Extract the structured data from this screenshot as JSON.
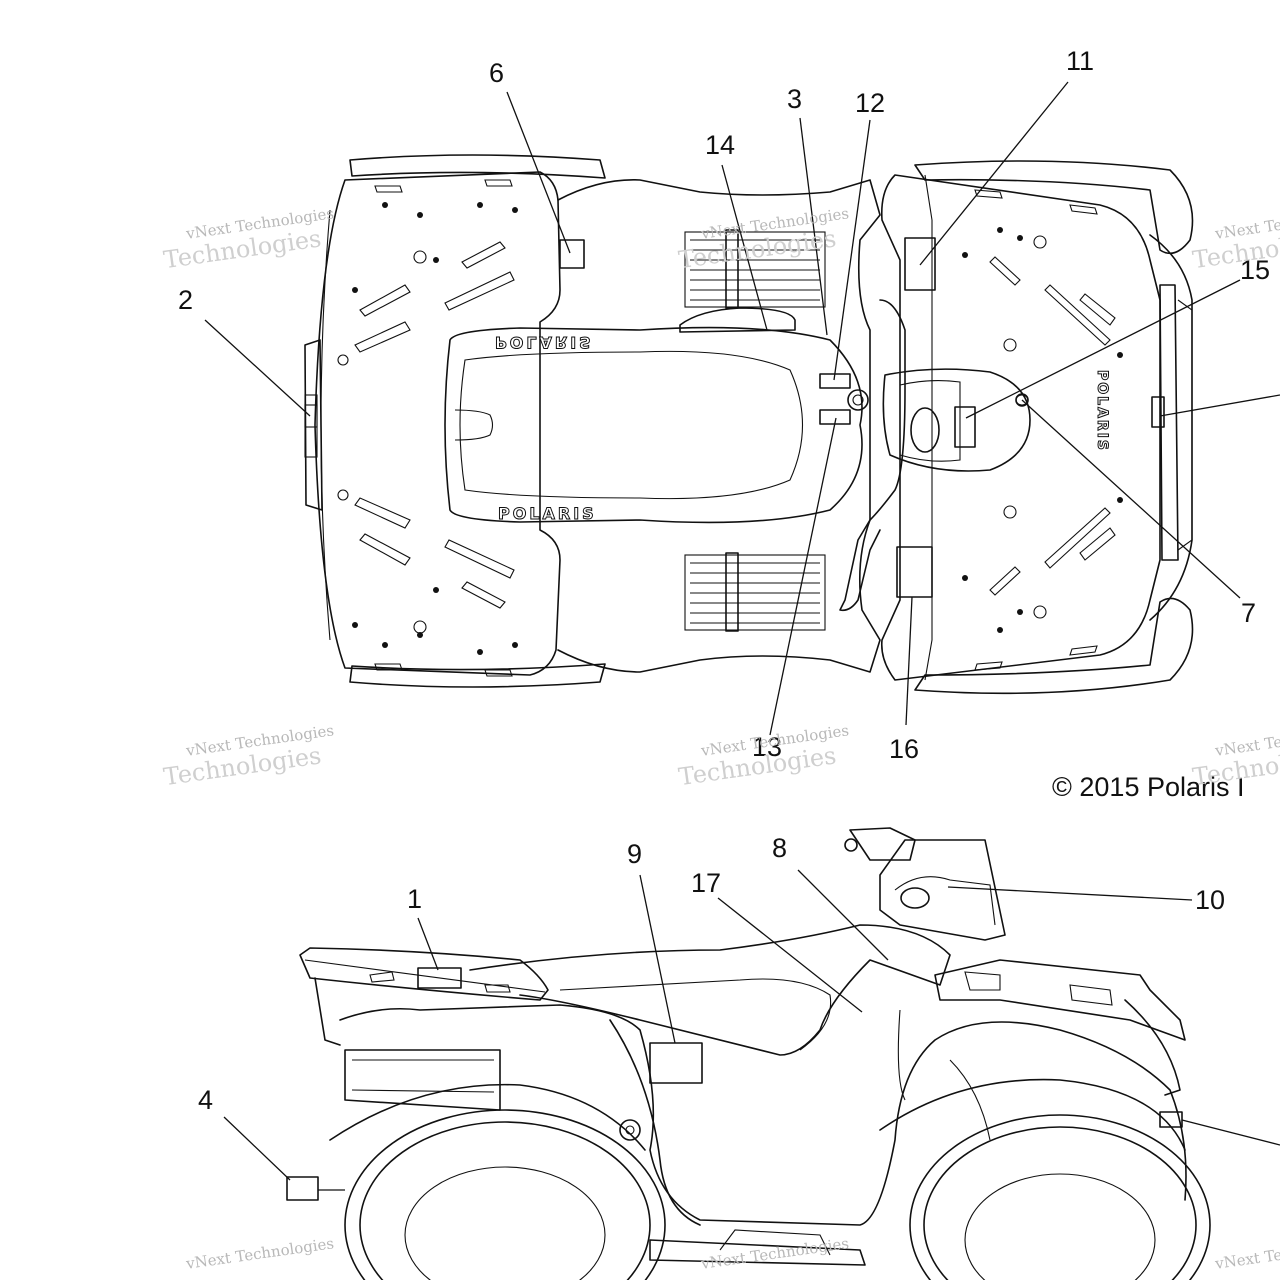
{
  "callouts": [
    "1",
    "2",
    "3",
    "4",
    "6",
    "7",
    "8",
    "9",
    "10",
    "11",
    "12",
    "13",
    "14",
    "15",
    "16",
    "17"
  ],
  "copyright": "© 2015 Polaris I",
  "watermark": {
    "line1": "vNext Technologies",
    "line2": "Technologies"
  },
  "brand": {
    "top_seat": "POLARIS",
    "rear_fender": "POLARIS",
    "grille": "POLARIS"
  }
}
